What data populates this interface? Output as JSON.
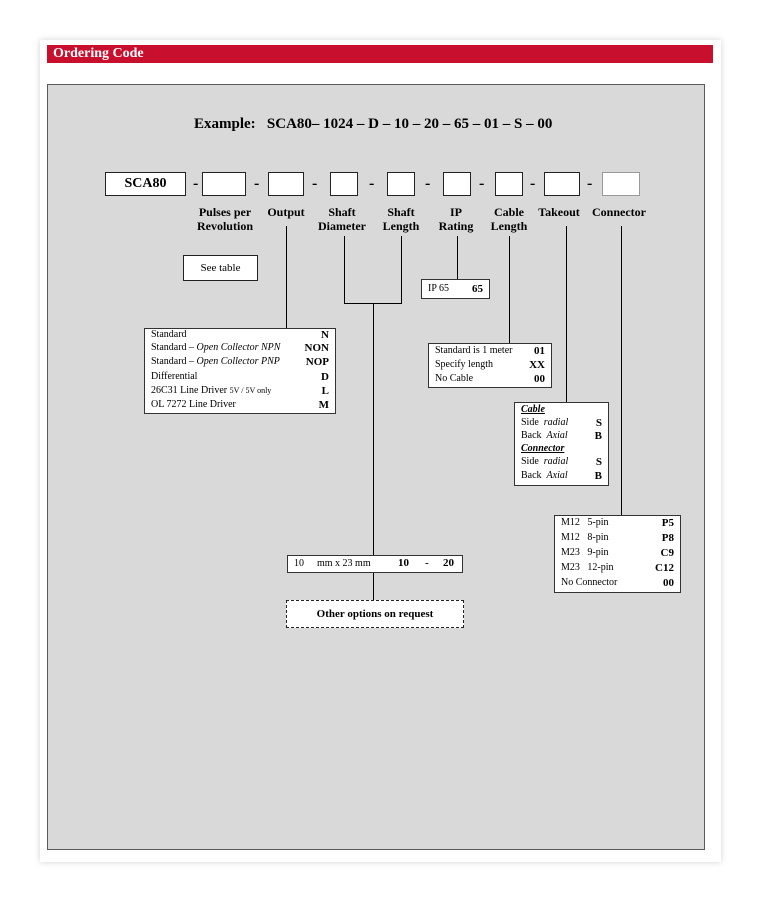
{
  "section_title": "Ordering Code",
  "example": "Example:   SCA80– 1024 – D – 10 – 20 – 65 – 01 – S – 00",
  "code_prefix": "SCA80",
  "dash": "-",
  "labels": {
    "pulses_1": "Pulses per",
    "pulses_2": "Revolution",
    "output": "Output",
    "shaft_d_1": "Shaft",
    "shaft_d_2": "Diameter",
    "shaft_l_1": "Shaft",
    "shaft_l_2": "Length",
    "ip_1": "IP",
    "ip_2": "Rating",
    "cable_1": "Cable",
    "cable_2": "Length",
    "takeout": "Takeout",
    "connector": "Connector"
  },
  "see_table": "See table",
  "ip_option": {
    "label": "IP 65",
    "code": "65"
  },
  "output_options": [
    {
      "pre": "Standard",
      "it": "",
      "post": "",
      "code": "N"
    },
    {
      "pre": "Standard – ",
      "it": "Open Collector",
      "post": " NPN",
      "code": "NON"
    },
    {
      "pre": "Standard – ",
      "it": "Open Collector",
      "post": " PNP",
      "code": "NOP"
    },
    {
      "pre": "Differential",
      "it": "",
      "post": "",
      "code": "D"
    },
    {
      "pre": "26C31 Line Driver ",
      "note": "5V / 5V only",
      "code": "L"
    },
    {
      "pre": "OL 7272 Line Driver",
      "it": "",
      "post": "",
      "code": "M"
    }
  ],
  "cable_length_options": [
    {
      "label": "Standard is 1 meter",
      "code": "01"
    },
    {
      "label": "Specify length",
      "code": "XX"
    },
    {
      "label": "No Cable",
      "code": "00"
    }
  ],
  "takeout": {
    "cable_header": "Cable",
    "cable": [
      {
        "pos": "Side",
        "type": "radial",
        "code": "S"
      },
      {
        "pos": "Back",
        "type": "Axial",
        "code": "B"
      }
    ],
    "connector_header": "Connector",
    "connector": [
      {
        "pos": "Side",
        "type": "radial",
        "code": "S"
      },
      {
        "pos": "Back",
        "type": "Axial",
        "code": "B"
      }
    ]
  },
  "connector_options": [
    {
      "a": "M12",
      "b": "5-pin",
      "code": "P5"
    },
    {
      "a": "M12",
      "b": "8-pin",
      "code": "P8"
    },
    {
      "a": "M23",
      "b": "9-pin",
      "code": "C9"
    },
    {
      "a": "M23",
      "b": "12-pin",
      "code": "C12"
    },
    {
      "a": "No Connector",
      "b": "",
      "code": "00"
    }
  ],
  "shaft_option": {
    "a": "10",
    "b": "mm x 23 mm",
    "c": "10",
    "d": "-",
    "e": "20"
  },
  "other_options": "Other options on request"
}
